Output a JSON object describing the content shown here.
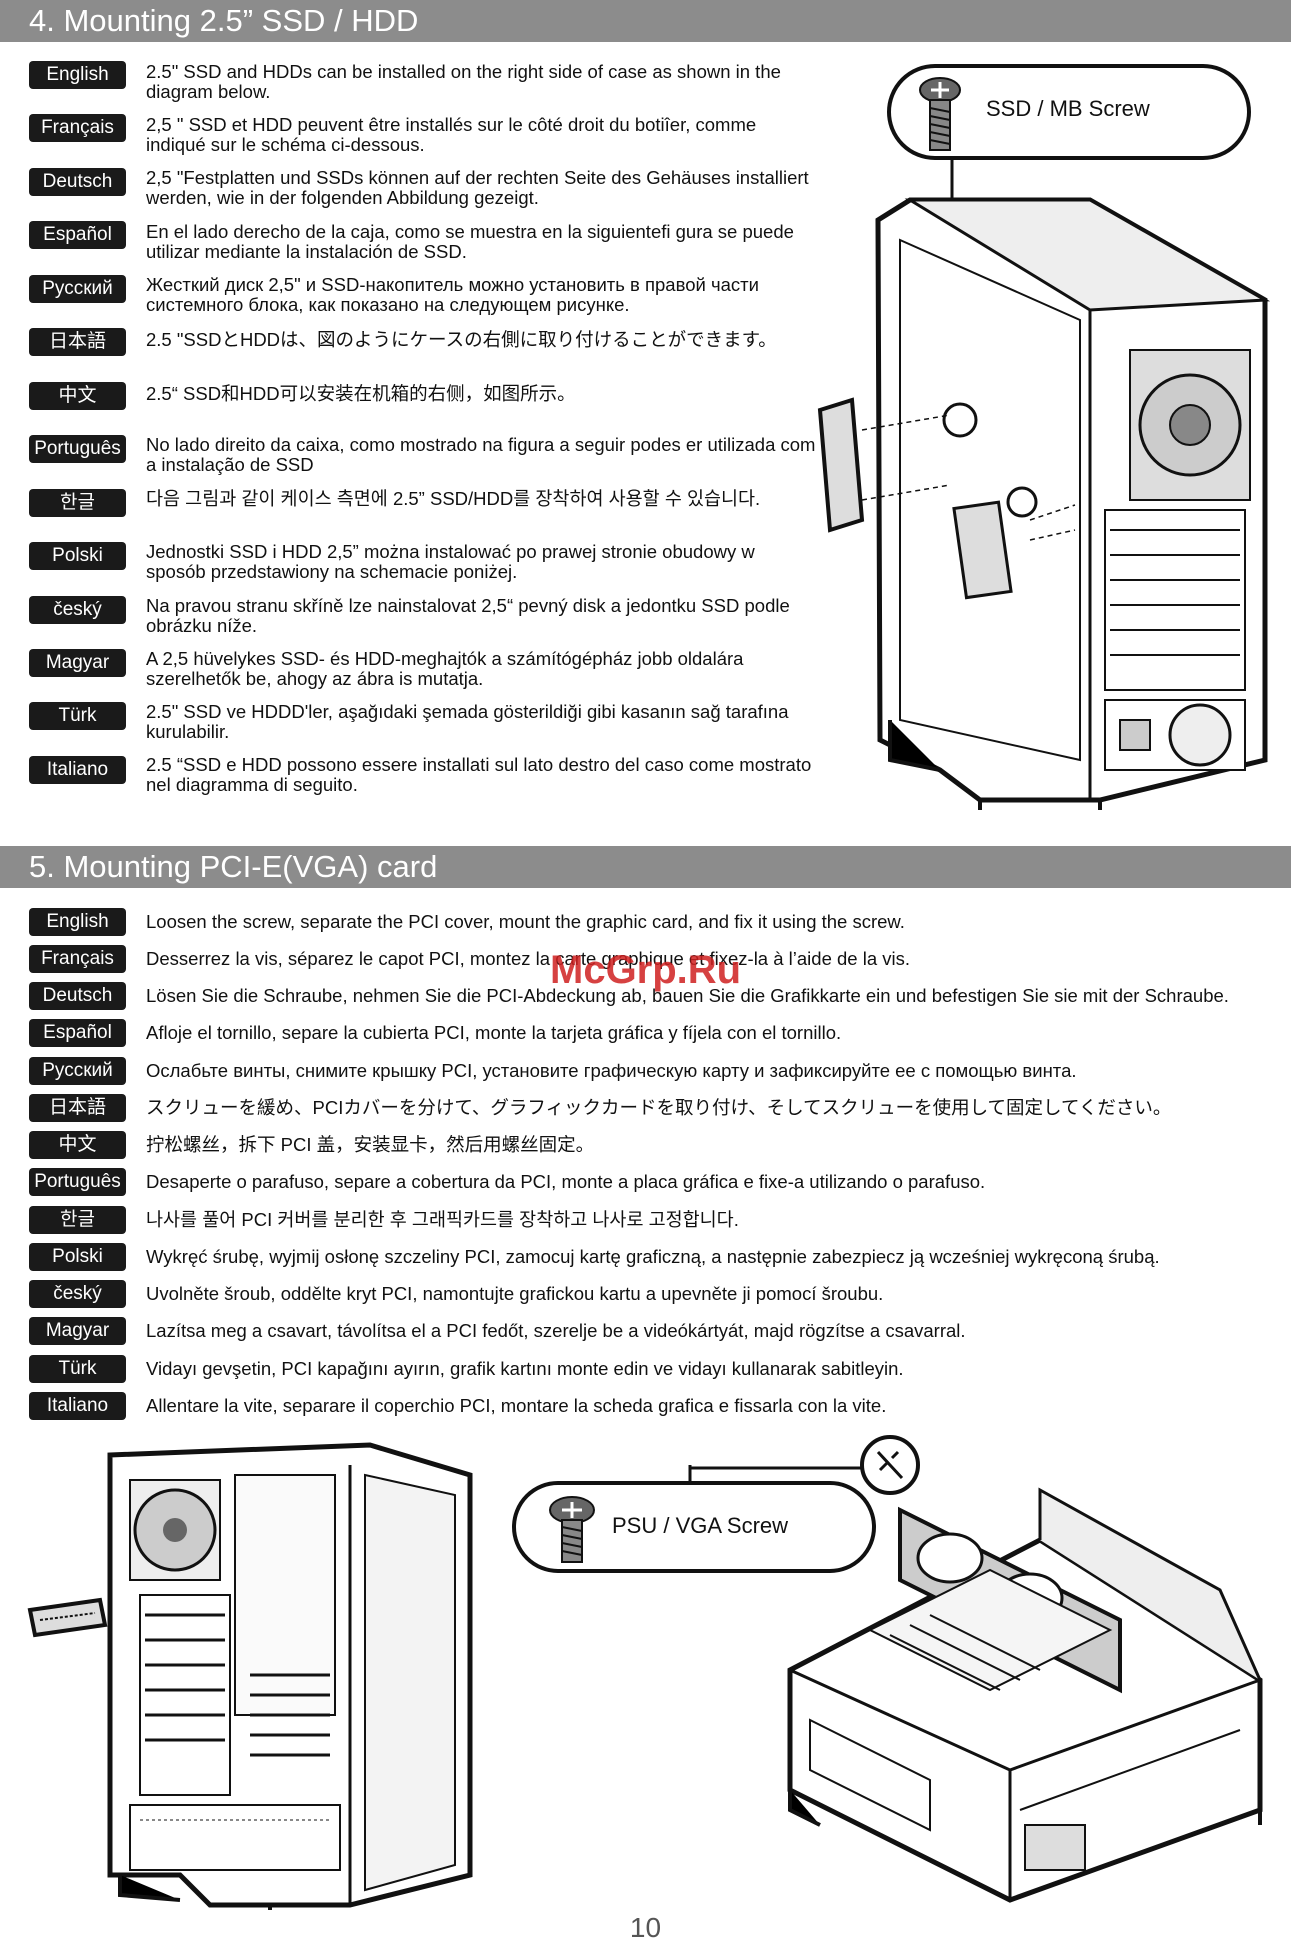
{
  "section4": {
    "title": "4. Mounting 2.5” SSD / HDD",
    "rows": [
      {
        "lang": "English",
        "text": "2.5\" SSD and HDDs can be installed on the right side of case as shown in the diagram below."
      },
      {
        "lang": "Français",
        "text": "2,5 \" SSD et HDD peuvent être installés sur le côté droit du botiîer, comme indiqué sur le schéma ci-dessous."
      },
      {
        "lang": "Deutsch",
        "text": "2,5 \"Festplatten und SSDs können auf der rechten Seite des Gehäuses installiert werden, wie in der folgenden Abbildung gezeigt."
      },
      {
        "lang": "Español",
        "text": "En el lado derecho de la caja, como se muestra en la siguientefi gura se puede utilizar mediante la instalación de SSD."
      },
      {
        "lang": "Русский",
        "text": "Жесткий диск 2,5\" и SSD-накопитель можно установить в правой части системного блока, как показано на следующем рисунке."
      },
      {
        "lang": "日本語",
        "text": "2.5 \"SSDとHDDは、図のようにケースの右側に取り付けることができます。"
      },
      {
        "lang": "中文",
        "text": "2.5“ SSD和HDD可以安装在机箱的右侧，如图所示。"
      },
      {
        "lang": "Português",
        "text": "No lado direito da caixa, como mostrado na figura a seguir podes er utilizada com a instalação de SSD"
      },
      {
        "lang": "한글",
        "text": "다음 그림과 같이 케이스 측면에 2.5” SSD/HDD를 장착하여 사용할 수 있습니다."
      },
      {
        "lang": "Polski",
        "text": "Jednostki SSD i HDD 2,5” można instalować po prawej stronie obudowy w sposób przedstawiony na schemacie poniżej."
      },
      {
        "lang": "český",
        "text": "Na pravou stranu skříně lze nainstalovat 2,5“ pevný disk a jedontku SSD podle obrázku níže."
      },
      {
        "lang": "Magyar",
        "text": "A 2,5 hüvelykes SSD- és HDD-meghajtók a számítógépház jobb oldalára szerelhetők be, ahogy az ábra is mutatja."
      },
      {
        "lang": "Türk",
        "text": "2.5\" SSD ve HDDD'ler, aşağıdaki şemada gösterildiği gibi kasanın sağ tarafına kurulabilir."
      },
      {
        "lang": "Italiano",
        "text": "2.5 “SSD e HDD possono essere installati sul lato destro del caso come mostrato nel diagramma di seguito."
      }
    ],
    "screw_label": "SSD / MB Screw"
  },
  "section5": {
    "title": "5. Mounting PCI-E(VGA) card",
    "rows": [
      {
        "lang": "English",
        "text": "Loosen the screw, separate the PCI cover, mount the graphic card, and fix it using the screw."
      },
      {
        "lang": "Français",
        "text": "Desserrez la vis, séparez le capot PCI, montez la carte graphique et fixez-la à l’aide de la vis."
      },
      {
        "lang": "Deutsch",
        "text": "Lösen Sie die Schraube, nehmen Sie die PCI-Abdeckung ab, bauen Sie die Grafikkarte ein und befestigen Sie sie mit der Schraube."
      },
      {
        "lang": "Español",
        "text": "Afloje el tornillo, separe la cubierta PCI, monte la tarjeta gráfica y fíjela con el tornillo."
      },
      {
        "lang": "Русский",
        "text": "Ослабьте винты, снимите крышку PCI, установите графическую карту и зафиксируйте ее с помощью винта."
      },
      {
        "lang": "日本語",
        "text": "スクリューを緩め、PCIカバーを分けて、グラフィックカードを取り付け、そしてスクリューを使用して固定してください。"
      },
      {
        "lang": "中文",
        "text": "拧松螺丝，拆下 PCI 盖，安装显卡，然后用螺丝固定。"
      },
      {
        "lang": "Português",
        "text": "Desaperte o parafuso, separe a cobertura da PCI, monte a placa gráfica e fixe-a utilizando o parafuso."
      },
      {
        "lang": "한글",
        "text": "나사를 풀어 PCI 커버를 분리한 후 그래픽카드를 장착하고 나사로 고정합니다."
      },
      {
        "lang": "Polski",
        "text": "Wykręć śrubę, wyjmij osłonę szczeliny PCI, zamocuj kartę graficzną, a następnie zabezpiecz ją wcześniej wykręconą śrubą."
      },
      {
        "lang": "český",
        "text": "Uvolněte šroub, oddělte kryt PCI, namontujte grafickou kartu a upevněte ji pomocí šroubu."
      },
      {
        "lang": "Magyar",
        "text": "Lazítsa meg a csavart, távolítsa el a PCI fedőt, szerelje be a videókártyát, majd rögzítse a csavarral."
      },
      {
        "lang": "Türk",
        "text": "Vidayı gevşetin, PCI kapağını ayırın, grafik kartını monte edin ve vidayı kullanarak sabitleyin."
      },
      {
        "lang": "Italiano",
        "text": "Allentare la vite, separare il coperchio PCI, montare la scheda grafica e fissarla con la vite."
      }
    ],
    "screw_label": "PSU / VGA Screw"
  },
  "watermark": "McGrp.Ru",
  "page_number": "10"
}
